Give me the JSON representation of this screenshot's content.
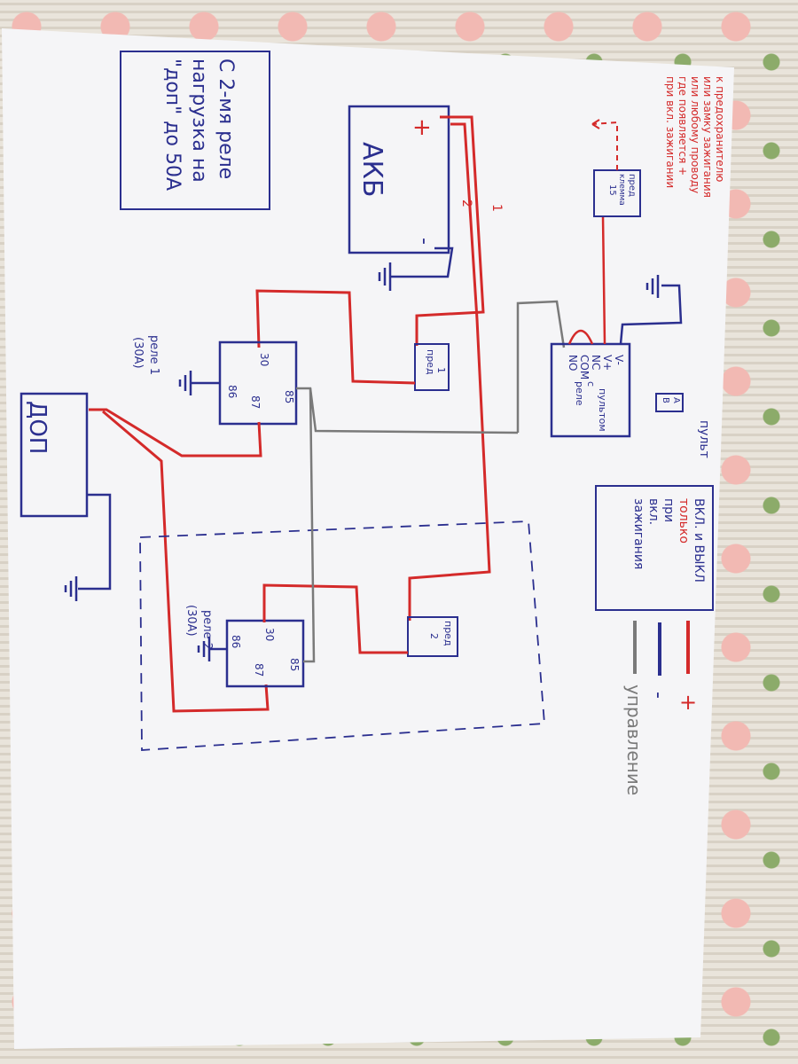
{
  "note": {
    "text": "С 2-мя реле нагрузка на \"доп\" до 50А",
    "lines": [
      "С 2-мя реле",
      "нагрузка на",
      "\"доп\" до 50А"
    ]
  },
  "battery": {
    "label": "АКБ",
    "plus": "+",
    "minus": "-"
  },
  "fuses": {
    "fuse1": {
      "label": "пред",
      "num": "1"
    },
    "fuse2": {
      "label": "пред",
      "num": "2"
    },
    "fuse_key": {
      "label": "пред",
      "sub": "клемма",
      "num": "15"
    }
  },
  "relay1": {
    "name": "реле 1",
    "rating": "(30А)",
    "pins": {
      "p30": "30",
      "p85": "85",
      "p86": "86",
      "p87": "87"
    }
  },
  "relay2": {
    "name": "реле 2",
    "rating": "(30А)",
    "pins": {
      "p30": "30",
      "p85": "85",
      "p86": "86",
      "p87": "87"
    }
  },
  "remote_relay": {
    "pins": [
      "V-",
      "V+",
      "NC",
      "COM",
      "NO"
    ],
    "label_lines": [
      "реле",
      "с",
      "пультом"
    ],
    "remote_label": "пульт",
    "remote_buttons": [
      "A",
      "B"
    ]
  },
  "load": {
    "label": "ДОП"
  },
  "wire_numbers": {
    "w1": "1",
    "w2": "2"
  },
  "ignition_note": {
    "lines": [
      "к предохранителю",
      "или замку зажигания",
      "или любому проводу",
      "где появляется +",
      "при вкл. зажигании"
    ]
  },
  "mode_box": {
    "lines": [
      "ВКЛ. и ВЫКЛ",
      "только",
      "при",
      "вкл.",
      "зажигания"
    ]
  },
  "legend": {
    "items": [
      {
        "color": "#d42a2a",
        "label": "+"
      },
      {
        "color": "#2b2f8f",
        "label": "-"
      },
      {
        "color": "#7a7a7a",
        "label": "управление"
      }
    ]
  },
  "colors": {
    "plus": "#d42a2a",
    "minus": "#2b2f8f",
    "control": "#7a7a7a",
    "ink": "#2b2f8f"
  }
}
